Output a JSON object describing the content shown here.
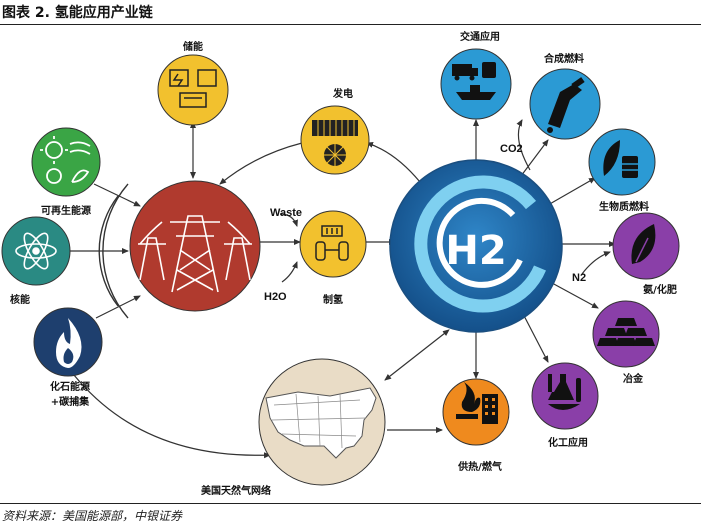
{
  "header": {
    "title": "图表 2. 氢能应用产业链"
  },
  "footer": {
    "source": "资料来源：美国能源部，中银证券"
  },
  "nodes": {
    "storage": "储能",
    "renewable": "可再生能源",
    "nuclear": "核能",
    "fossil_line1": "化石能源",
    "fossil_line2": "+碳捕集",
    "power_gen": "发电",
    "production": "制氢",
    "gas_network": "美国天然气网络",
    "transport": "交通应用",
    "synfuel": "合成燃料",
    "biofuel": "生物质燃料",
    "ammonia": "氨/化肥",
    "metallurgy": "冶金",
    "chemical": "化工应用",
    "heating": "供热/燃气"
  },
  "labels": {
    "waste": "Waste",
    "h2o": "H2O",
    "co2": "CO2",
    "n2": "N2",
    "hub": "H2"
  },
  "colors": {
    "grid_red": "#b03a2e",
    "hub_blue": "#1f6fb5",
    "yellow": "#f2c12e",
    "green": "#3aa545",
    "teal": "#2a8a83",
    "navy": "#1e3f6e",
    "light_blue": "#2b9ad4",
    "purple": "#8a3fa8",
    "orange": "#ef8a1e",
    "tan": "#e9dcc6"
  },
  "icons": [
    "pylon-icon",
    "h2-logo-icon",
    "battery-icon",
    "solar-wind-icon",
    "atom-icon",
    "flame-icon",
    "solar-panel-icon",
    "turbine-icon",
    "electrolyzer-icon",
    "usa-map-icon",
    "truck-bus-icon",
    "fuel-nozzle-icon",
    "leaf-barrel-icon",
    "leaf-icon",
    "gold-bars-icon",
    "flask-icon",
    "building-flame-icon"
  ]
}
